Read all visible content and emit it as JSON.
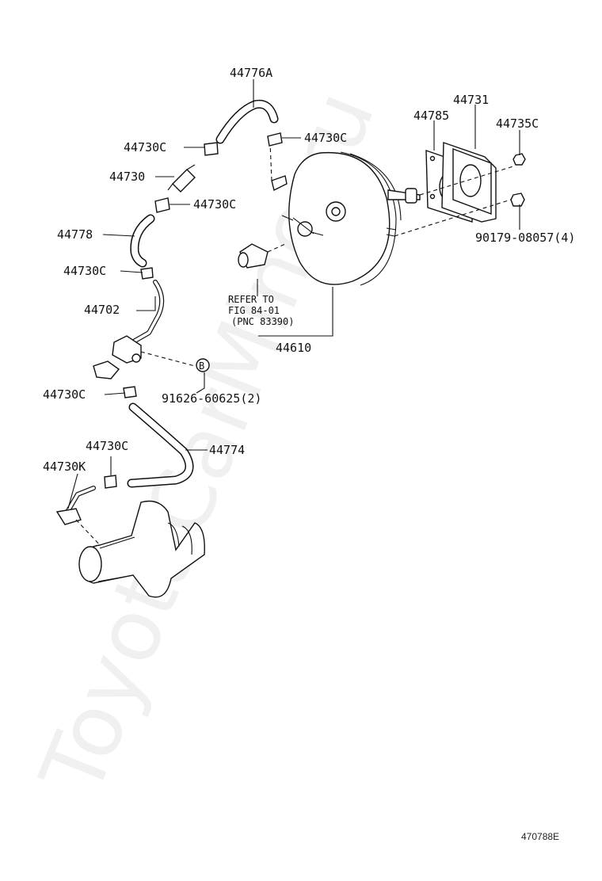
{
  "watermark": "ToyotaCarMine.ru",
  "figure_code": "470788E",
  "labels": {
    "p44776A": "44776A",
    "p44730C_top_right": "44730C",
    "p44731": "44731",
    "p44785": "44785",
    "p44735C": "44735C",
    "p44730C_upper_left": "44730C",
    "p44730": "44730",
    "p44730C_mid": "44730C",
    "p44778": "44778",
    "p90179": "90179-08057(4)",
    "p44730C_left": "44730C",
    "p44702": "44702",
    "p44730C_lower": "44730C",
    "p91626": "91626-60625(2)",
    "p44730C_bottom": "44730C",
    "p44774": "44774",
    "p44730K": "44730K",
    "p44610": "44610",
    "callout_b": "B"
  },
  "refer": {
    "line1": "REFER TO",
    "line2": "FIG 84-01",
    "line3": "(PNC 83390)"
  },
  "icons": [
    "brake-booster",
    "vacuum-hose",
    "hose-clip",
    "check-valve",
    "gasket",
    "spacer",
    "nut",
    "master-cylinder",
    "vacuum-pipe"
  ]
}
